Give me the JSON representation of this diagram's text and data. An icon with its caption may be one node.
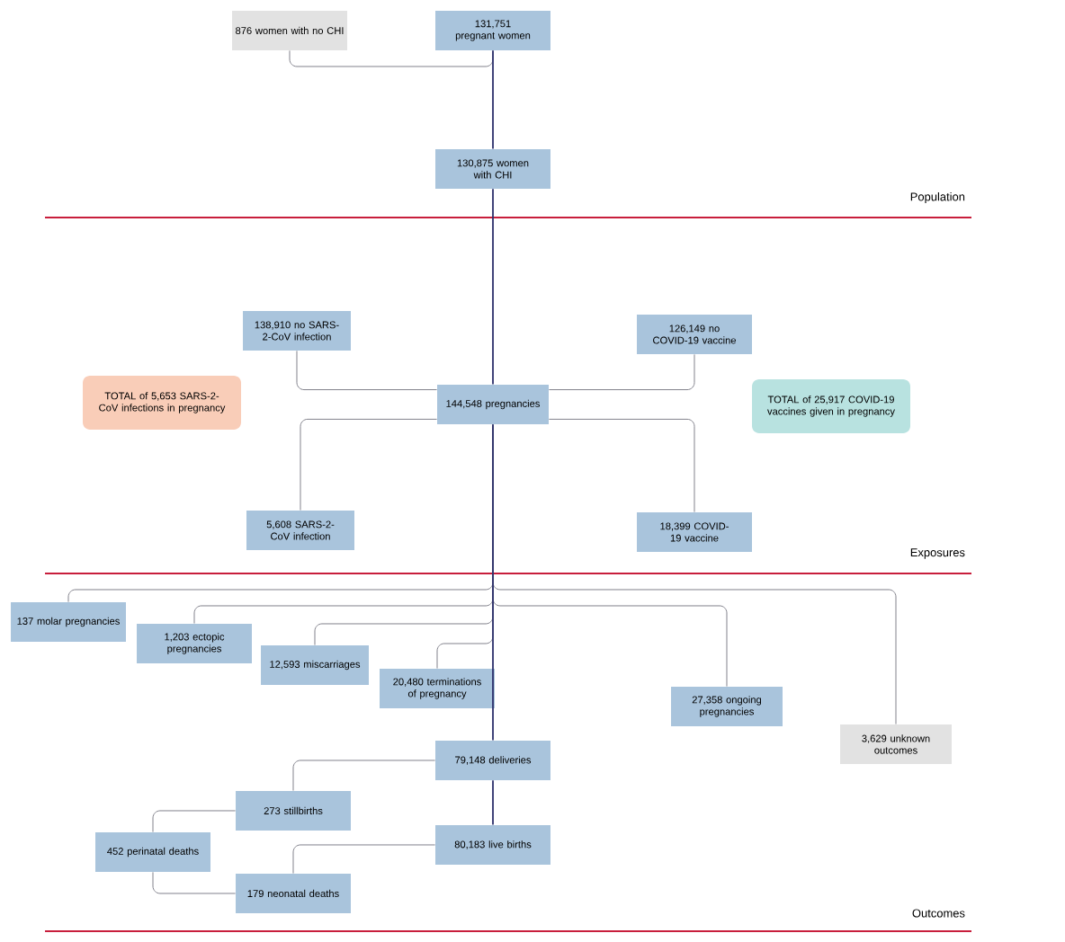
{
  "diagram": {
    "nodes": [
      {
        "text": [
          "131,751 pregnant women"
        ]
      },
      {
        "text": [
          "876 women with no CHI"
        ]
      },
      {
        "text": [
          "130,875 women with CHI"
        ]
      },
      {
        "text": [
          "138,910 no SARS-2-CoV infection"
        ]
      },
      {
        "text": [
          "126,149 no COVID-19 vaccine"
        ]
      },
      {
        "text": [
          "TOTAL of 5,653 SARS-2-CoV infections in pregnancy"
        ]
      },
      {
        "text": [
          "144,548 pregnancies"
        ]
      },
      {
        "text": [
          "TOTAL of 25,917 COVID-19 vaccines given in pregnancy"
        ]
      },
      {
        "text": [
          "5,608 SARS-2-CoV infection"
        ]
      },
      {
        "text": [
          "18,399 COVID-19 vaccine"
        ]
      },
      {
        "text": [
          "137 molar pregnancies"
        ]
      },
      {
        "text": [
          "1,203 ectopic pregnancies"
        ]
      },
      {
        "text": [
          "12,593 miscarriages"
        ]
      },
      {
        "text": [
          "20,480 terminations of pregnancy"
        ]
      },
      {
        "text": [
          "27,358 ongoing pregnancies"
        ]
      },
      {
        "text": [
          "3,629 unknown outcomes"
        ]
      },
      {
        "text": [
          "79,148 deliveries"
        ]
      },
      {
        "text": [
          "273 stillbirths"
        ]
      },
      {
        "text": [
          "80,183 live births"
        ]
      },
      {
        "text": [
          "452 perinatal deaths"
        ]
      },
      {
        "text": [
          "179 neonatal deaths"
        ]
      }
    ],
    "edges": [
      {
        "from": 0,
        "to": 1,
        "arrow": "none"
      },
      {
        "from": 0,
        "to": 2,
        "arrow": "none",
        "color": "#2b2f6b"
      },
      {
        "from": 2,
        "to": 6,
        "arrow": "none",
        "color": "#2b2f6b"
      },
      {
        "from": 6,
        "to": 3,
        "arrow": "none"
      },
      {
        "from": 6,
        "to": 4,
        "arrow": "none"
      },
      {
        "from": 6,
        "to": 8,
        "arrow": "none"
      },
      {
        "from": 6,
        "to": 9,
        "arrow": "none"
      },
      {
        "from": 6,
        "to": 10,
        "arrow": "none"
      },
      {
        "from": 6,
        "to": 11,
        "arrow": "none"
      },
      {
        "from": 6,
        "to": 12,
        "arrow": "none"
      },
      {
        "from": 6,
        "to": 13,
        "arrow": "none"
      },
      {
        "from": 6,
        "to": 14,
        "arrow": "none"
      },
      {
        "from": 6,
        "to": 15,
        "arrow": "none"
      },
      {
        "from": 6,
        "to": 16,
        "arrow": "none",
        "color": "#2b2f6b"
      },
      {
        "from": 16,
        "to": 17,
        "arrow": "none"
      },
      {
        "from": 16,
        "to": 18,
        "arrow": "none",
        "color": "#2b2f6b"
      },
      {
        "from": 17,
        "to": 19,
        "arrow": "none"
      },
      {
        "from": 18,
        "to": 20,
        "arrow": "none"
      },
      {
        "from": 20,
        "to": 19,
        "arrow": "none"
      }
    ],
    "labels": [
      "Population",
      "Exposures",
      "Outcomes"
    ]
  }
}
